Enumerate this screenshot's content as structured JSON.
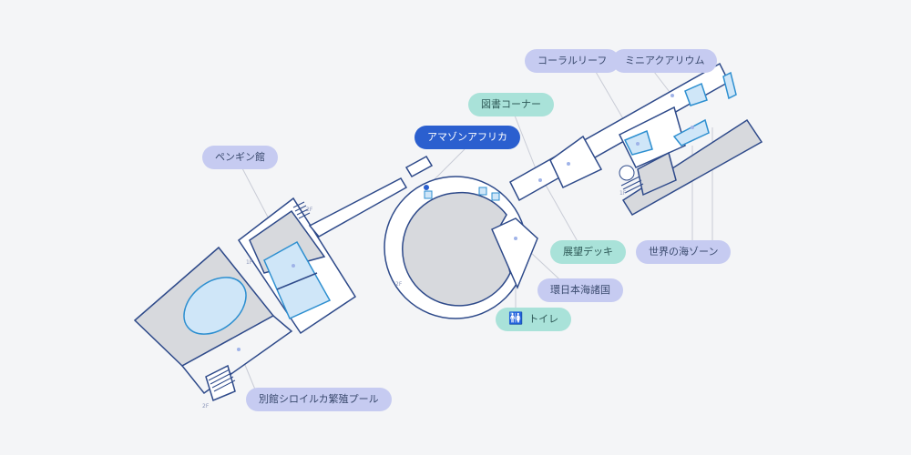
{
  "labels": {
    "coral_reef": "コーラルリーフ",
    "mini_aquarium": "ミニアクアリウム",
    "library": "図書コーナー",
    "amazon_africa": "アマゾンアフリカ",
    "penguin": "ペンギン館",
    "observation_deck": "展望デッキ",
    "world_sea": "世界の海ゾーン",
    "sea_of_japan": "環日本海諸国",
    "toilet": "トイレ",
    "dolphin_pool": "別館シロイルカ繁殖プール"
  },
  "icons": {
    "toilet": "restroom-icon"
  },
  "floor_marks": {
    "stair_a": "2F",
    "stair_b": "1F",
    "stair_c": "2F",
    "stair_d": "1F",
    "stair_e": "2F"
  },
  "colors": {
    "background": "#f4f5f7",
    "wall": "#2e4a8a",
    "floor_gray": "#d7d9dd",
    "water_blue": "#cfe6f8",
    "water_edge": "#2d8fd0",
    "label_lavender": "#c6cbf1",
    "label_mint": "#a9e2d9",
    "label_active": "#2b5fcf"
  }
}
